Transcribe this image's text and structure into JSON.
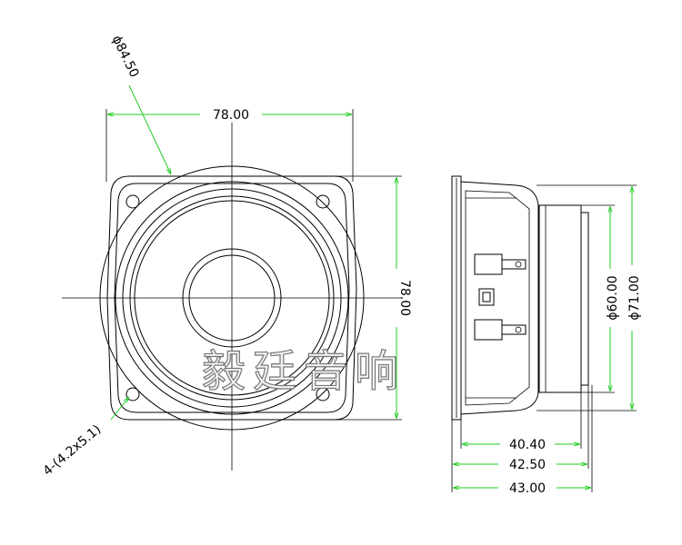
{
  "dimensions": {
    "front_width": "78.00",
    "front_height": "78.00",
    "outer_diameter": "ϕ84.50",
    "mount_holes": "4-(4.2x5.1)",
    "side_diameter_inner": "ϕ60.00",
    "side_diameter_outer": "ϕ71.00",
    "depth_1": "40.40",
    "depth_2": "42.50",
    "depth_3": "43.00"
  },
  "watermark": "毅廷音响",
  "colors": {
    "dimension_line": "#22cc22",
    "outline": "#000000"
  }
}
